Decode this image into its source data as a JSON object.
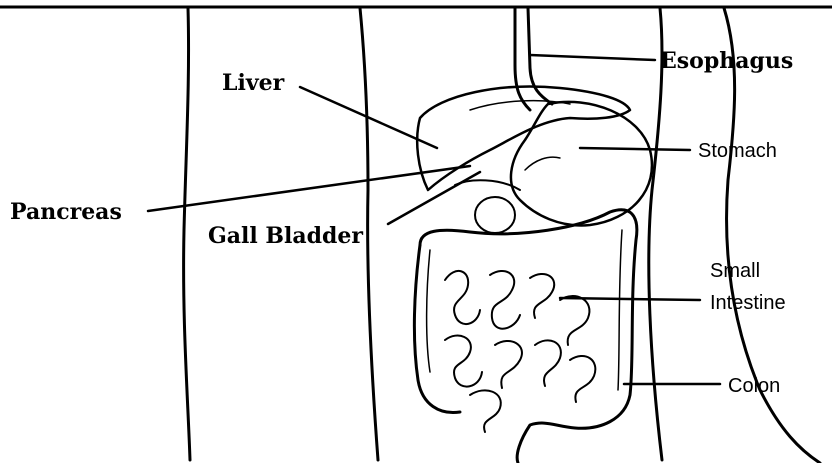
{
  "labels": {
    "esophagus": "Esophagus",
    "liver": "Liver",
    "stomach": "Stomach",
    "pancreas": "Pancreas",
    "gall_bladder": "Gall Bladder",
    "small_intestine_line1": "Small",
    "small_intestine_line2": "Intestine",
    "colon": "Colon"
  },
  "colors": {
    "ink": "#000000",
    "background": "#ffffff"
  }
}
